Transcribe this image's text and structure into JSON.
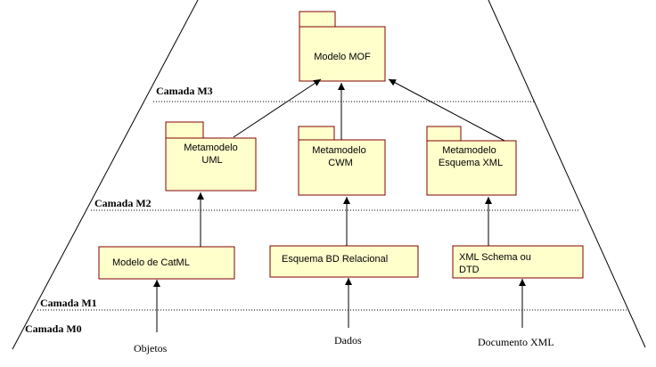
{
  "layers": {
    "m3": "Camada M3",
    "m2": "Camada M2",
    "m1": "Camada M1",
    "m0": "Camada M0"
  },
  "packages": {
    "mof": [
      "Modelo MOF"
    ],
    "uml": [
      "Metamodelo",
      "UML"
    ],
    "cwm": [
      "Metamodelo",
      "CWM"
    ],
    "xml": [
      "Metamodelo",
      "Esquema XML"
    ]
  },
  "models": {
    "catml": [
      "Modelo de CatML"
    ],
    "bd": [
      "Esquema BD Relacional"
    ],
    "xmlschema": [
      "XML Schema ou",
      "DTD"
    ]
  },
  "sources": {
    "objetos": "Objetos",
    "dados": "Dados",
    "documento": "Documento XML"
  },
  "colors": {
    "box_fill": "#ffffcc",
    "box_stroke": "#800000",
    "line": "#000000"
  }
}
